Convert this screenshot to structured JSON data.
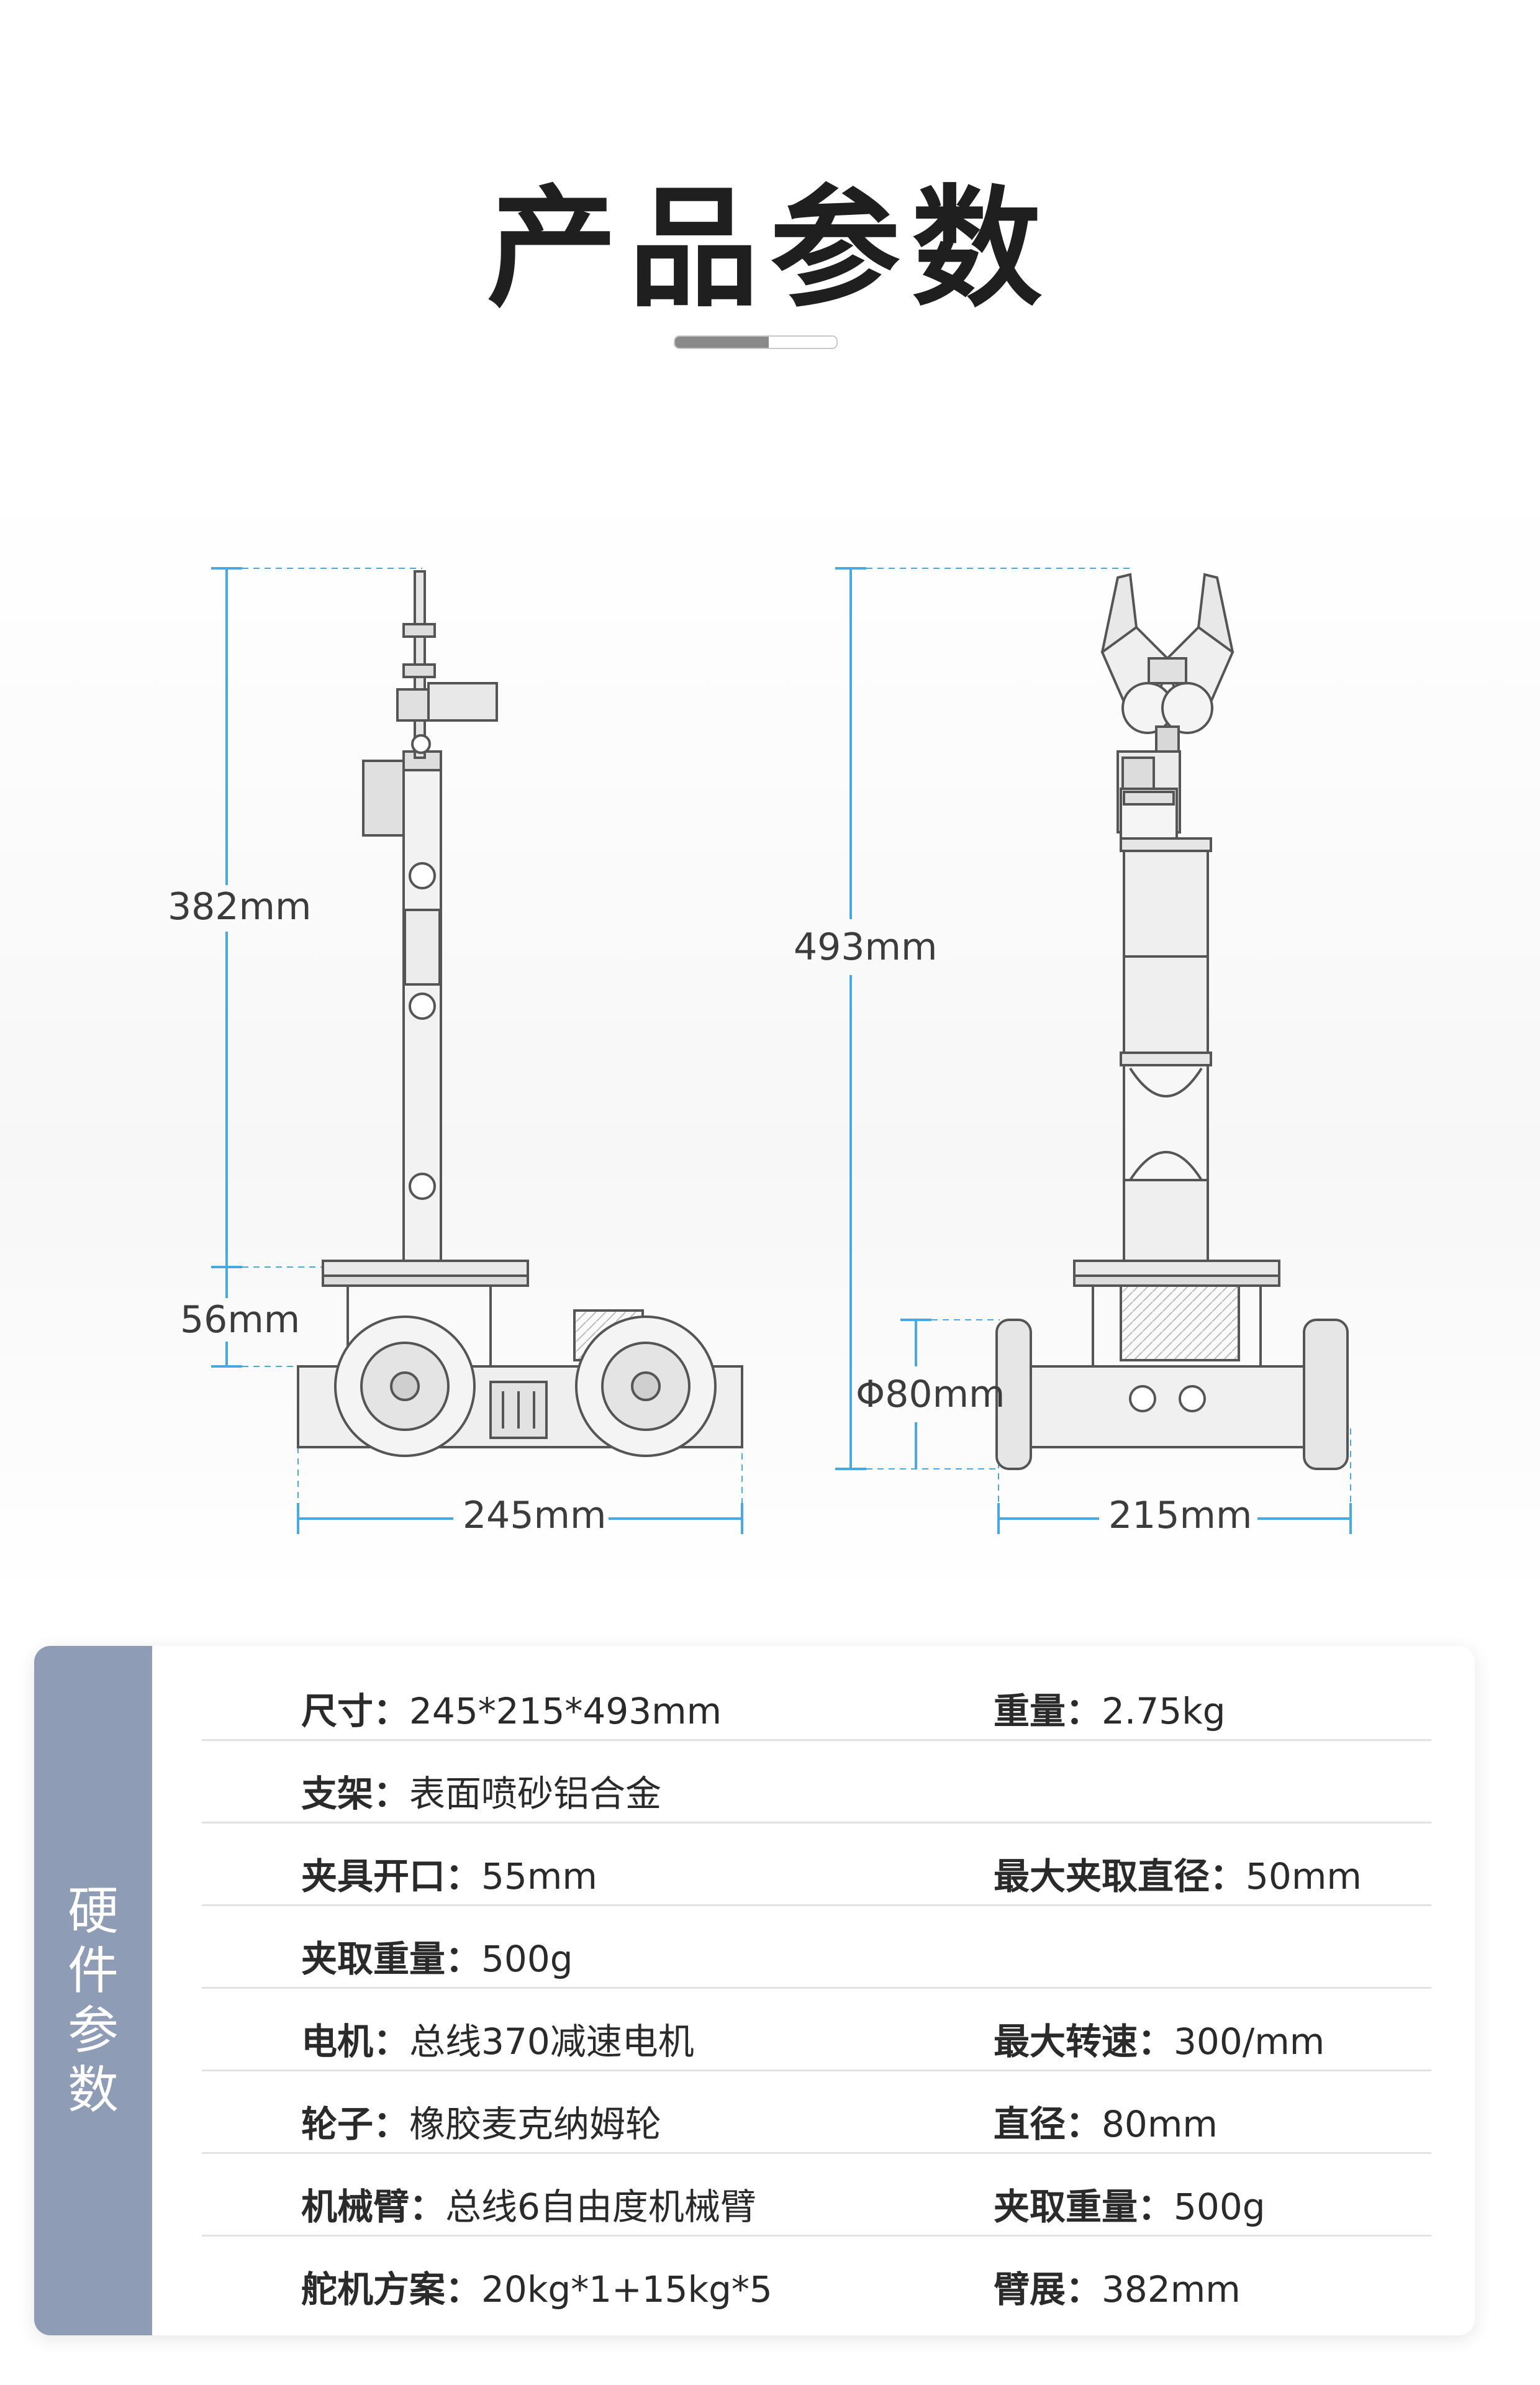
{
  "header": {
    "title": "产品参数",
    "bar_progress": 0.58
  },
  "colors": {
    "dimension_line": "#4aa8e0",
    "panel_accent": "#8f9cb5"
  },
  "dimensions": {
    "left_height_arm": "382mm",
    "left_height_base": "56mm",
    "left_width": "245mm",
    "right_height": "493mm",
    "right_wheel": "Φ80mm",
    "right_width": "215mm"
  },
  "spec_panel": {
    "side_label": "硬件参数",
    "rows": [
      {
        "left": {
          "key": "尺寸：",
          "value": "245*215*493mm"
        },
        "right": {
          "key": "重量：",
          "value": "2.75kg"
        }
      },
      {
        "left": {
          "key": "支架：",
          "value": "表面喷砂铝合金"
        },
        "right": {
          "key": "",
          "value": ""
        }
      },
      {
        "left": {
          "key": "夹具开口：",
          "value": "55mm"
        },
        "right": {
          "key": "最大夹取直径：",
          "value": "50mm"
        }
      },
      {
        "left": {
          "key": "夹取重量：",
          "value": "500g"
        },
        "right": {
          "key": "",
          "value": ""
        }
      },
      {
        "left": {
          "key": "电机：",
          "value": "总线370减速电机"
        },
        "right": {
          "key": "最大转速：",
          "value": "300/mm"
        }
      },
      {
        "left": {
          "key": "轮子：",
          "value": "橡胶麦克纳姆轮"
        },
        "right": {
          "key": "直径：",
          "value": "80mm"
        }
      },
      {
        "left": {
          "key": "机械臂：",
          "value": "总线6自由度机械臂"
        },
        "right": {
          "key": "夹取重量：",
          "value": "500g"
        }
      },
      {
        "left": {
          "key": "舵机方案：",
          "value": "20kg*1+15kg*5"
        },
        "right": {
          "key": "臂展：",
          "value": "382mm"
        }
      }
    ]
  }
}
